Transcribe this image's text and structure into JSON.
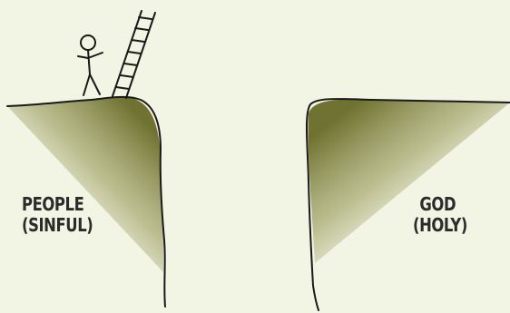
{
  "left_cliff": {
    "line1": "PEOPLE",
    "line2": "(SINFUL)"
  },
  "right_cliff": {
    "line1": "GOD",
    "line2": "(HOLY)"
  },
  "colors": {
    "background": "#f2f4e4",
    "cliff_shade_dark": "#6f7230",
    "ink": "#1a1a1a",
    "label_text": "#2b2b2b"
  }
}
